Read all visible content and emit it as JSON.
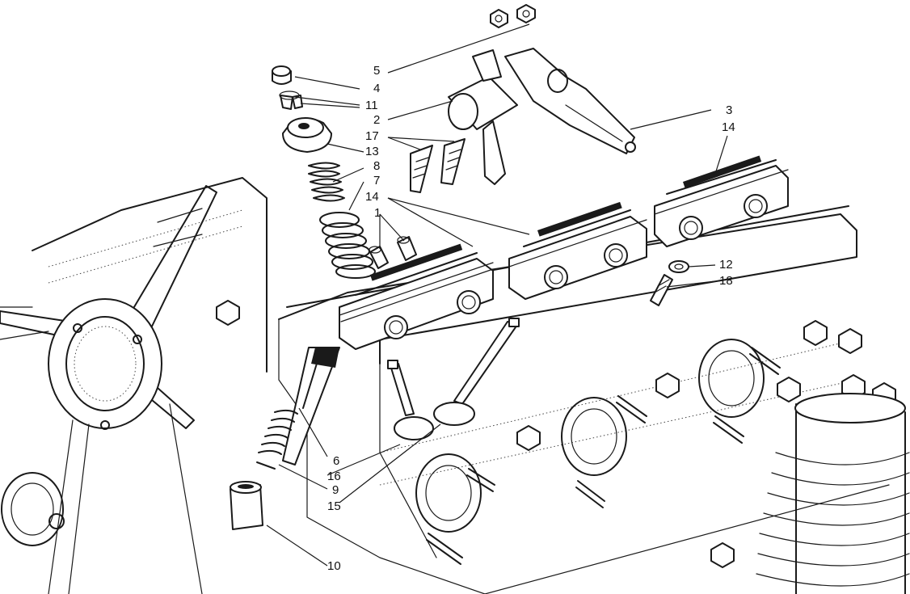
{
  "callouts": {
    "c5": "5",
    "c4": "4",
    "c11": "11",
    "c2": "2",
    "c17": "17",
    "c13": "13",
    "c8": "8",
    "c7": "7",
    "c14a": "14",
    "c1": "1",
    "c3": "3",
    "c14b": "14",
    "c12": "12",
    "c18": "18",
    "c6": "6",
    "c16": "16",
    "c9": "9",
    "c15": "15",
    "c10": "10"
  },
  "colors": {
    "ink": "#1a1a1a",
    "paper": "#ffffff"
  },
  "icons": {
    "parts": [
      "rocker-arm-icon",
      "valve-spring-icon",
      "valve-icon",
      "rocker-pedestal-icon",
      "nut-icon",
      "stud-icon",
      "tappet-icon",
      "pushrod-icon"
    ]
  }
}
